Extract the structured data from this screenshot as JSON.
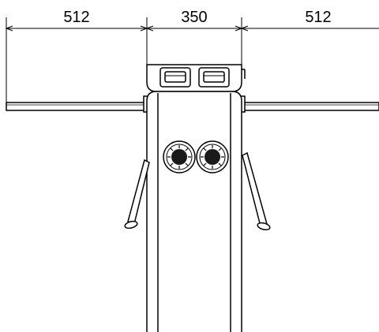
{
  "drawing": {
    "dimensions": {
      "left_width": "512",
      "center_width": "350",
      "right_width": "512"
    },
    "colors": {
      "line": "#000000",
      "background": "#ffffff",
      "scanner_fill": "#1a1a1a"
    }
  }
}
